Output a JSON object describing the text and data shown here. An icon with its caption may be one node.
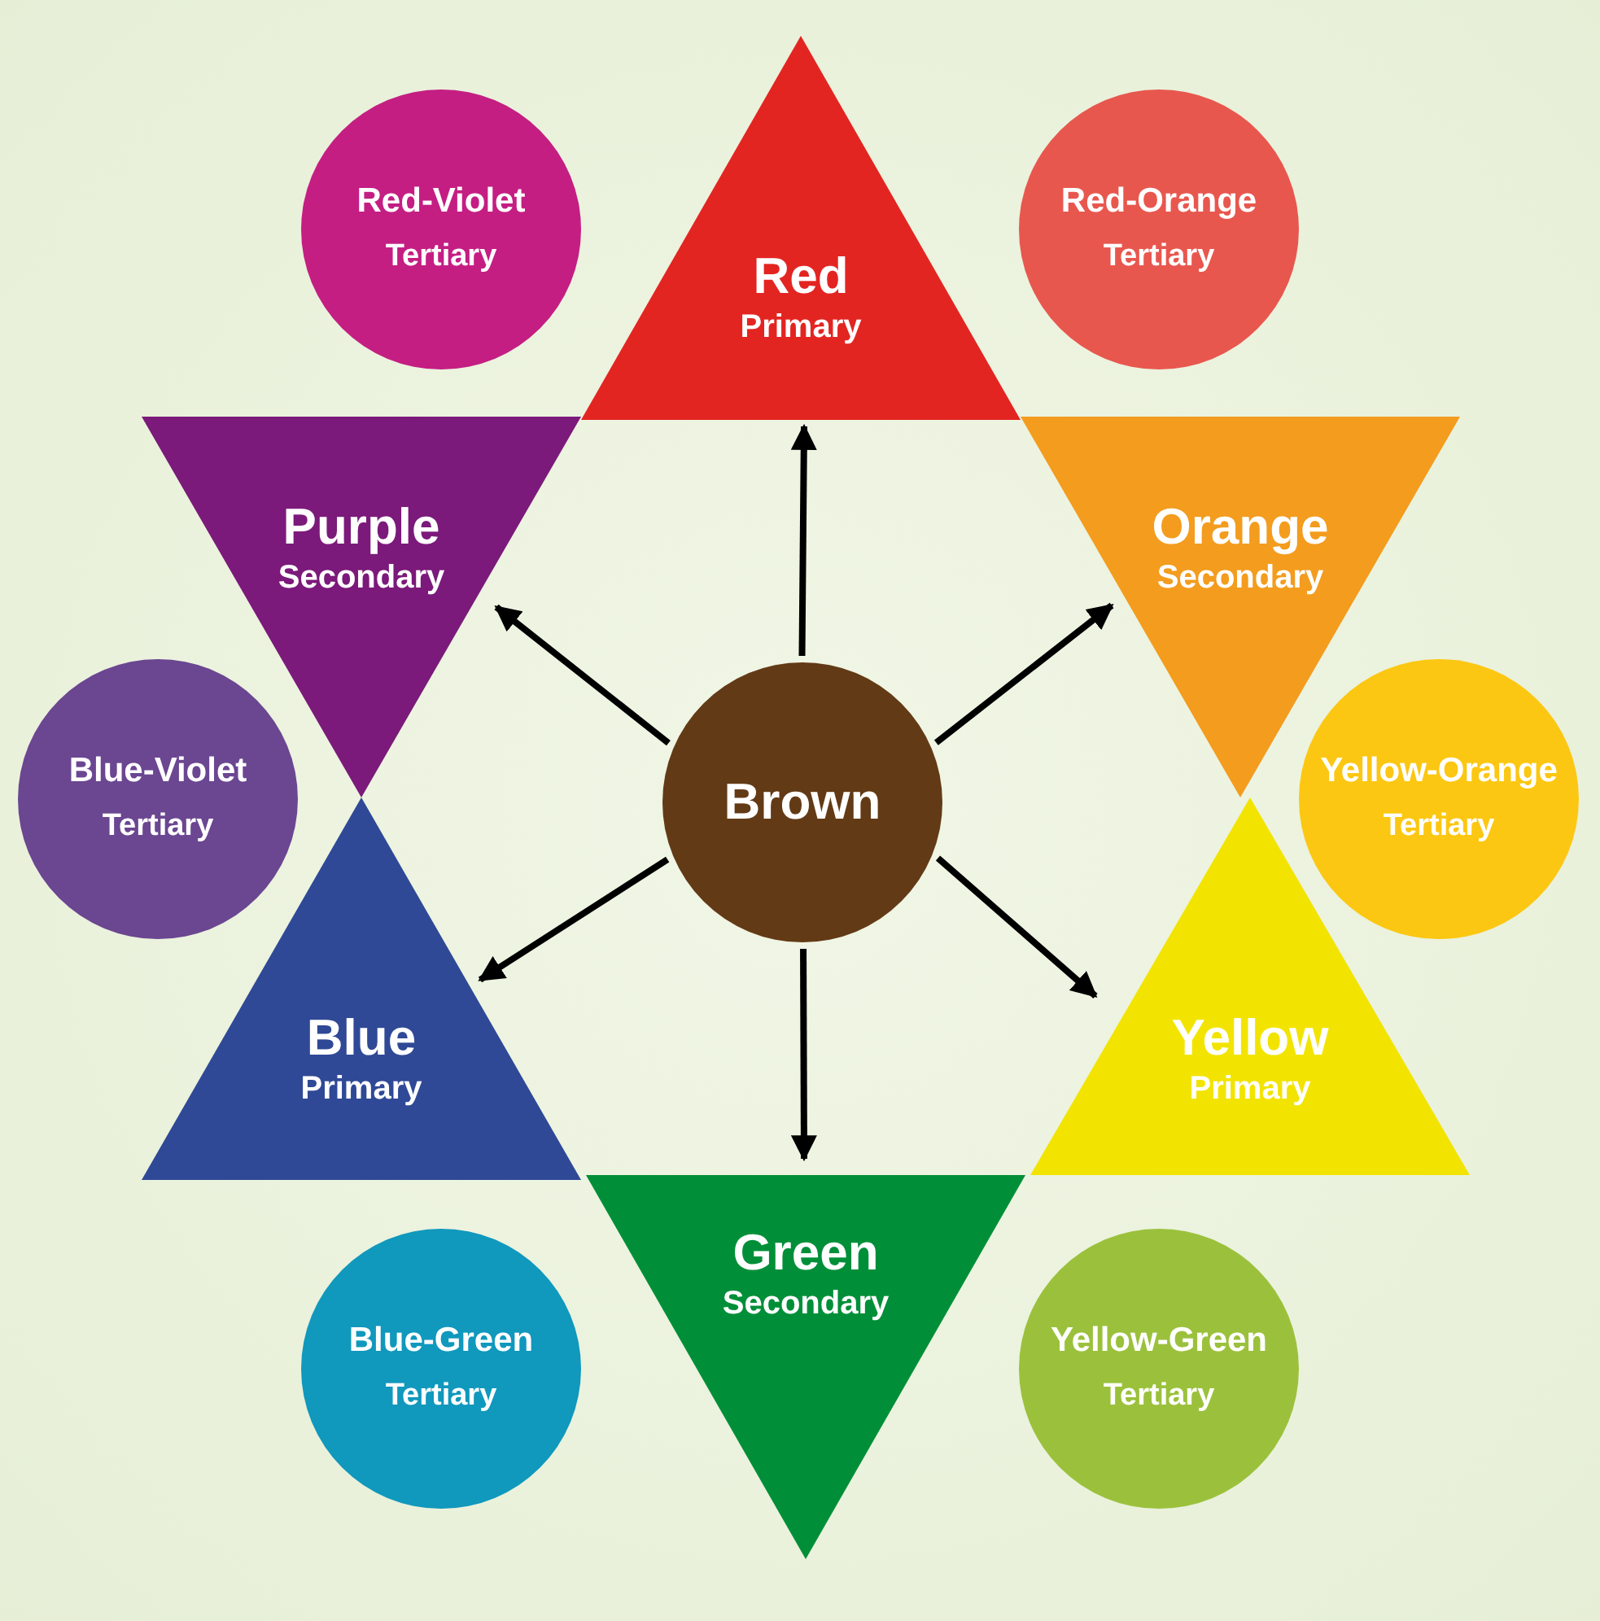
{
  "diagram": {
    "nodes": [
      {
        "text": [
          "Red-Violet",
          "Tertiary"
        ]
      },
      {
        "text": [
          "Red",
          "Primary"
        ]
      },
      {
        "text": [
          "Red-Orange",
          "Tertiary"
        ]
      },
      {
        "text": [
          "Purple",
          "Secondary"
        ]
      },
      {
        "text": [
          "Orange",
          "Secondary"
        ]
      },
      {
        "text": [
          "Blue-Violet",
          "Tertiary"
        ]
      },
      {
        "text": [
          "Brown"
        ]
      },
      {
        "text": [
          "Yellow-Orange",
          "Tertiary"
        ]
      },
      {
        "text": [
          "Blue",
          "Primary"
        ]
      },
      {
        "text": [
          "Yellow",
          "Primary"
        ]
      },
      {
        "text": [
          "Blue-Green",
          "Tertiary"
        ]
      },
      {
        "text": [
          "Green",
          "Secondary"
        ]
      },
      {
        "text": [
          "Yellow-Green",
          "Tertiary"
        ]
      }
    ],
    "edges": [
      {
        "from": 6,
        "to": 1,
        "arrow": "to"
      },
      {
        "from": 6,
        "to": 3,
        "arrow": "to"
      },
      {
        "from": 6,
        "to": 4,
        "arrow": "to"
      },
      {
        "from": 6,
        "to": 8,
        "arrow": "to"
      },
      {
        "from": 6,
        "to": 9,
        "arrow": "to"
      },
      {
        "from": 6,
        "to": 11,
        "arrow": "to"
      }
    ]
  }
}
